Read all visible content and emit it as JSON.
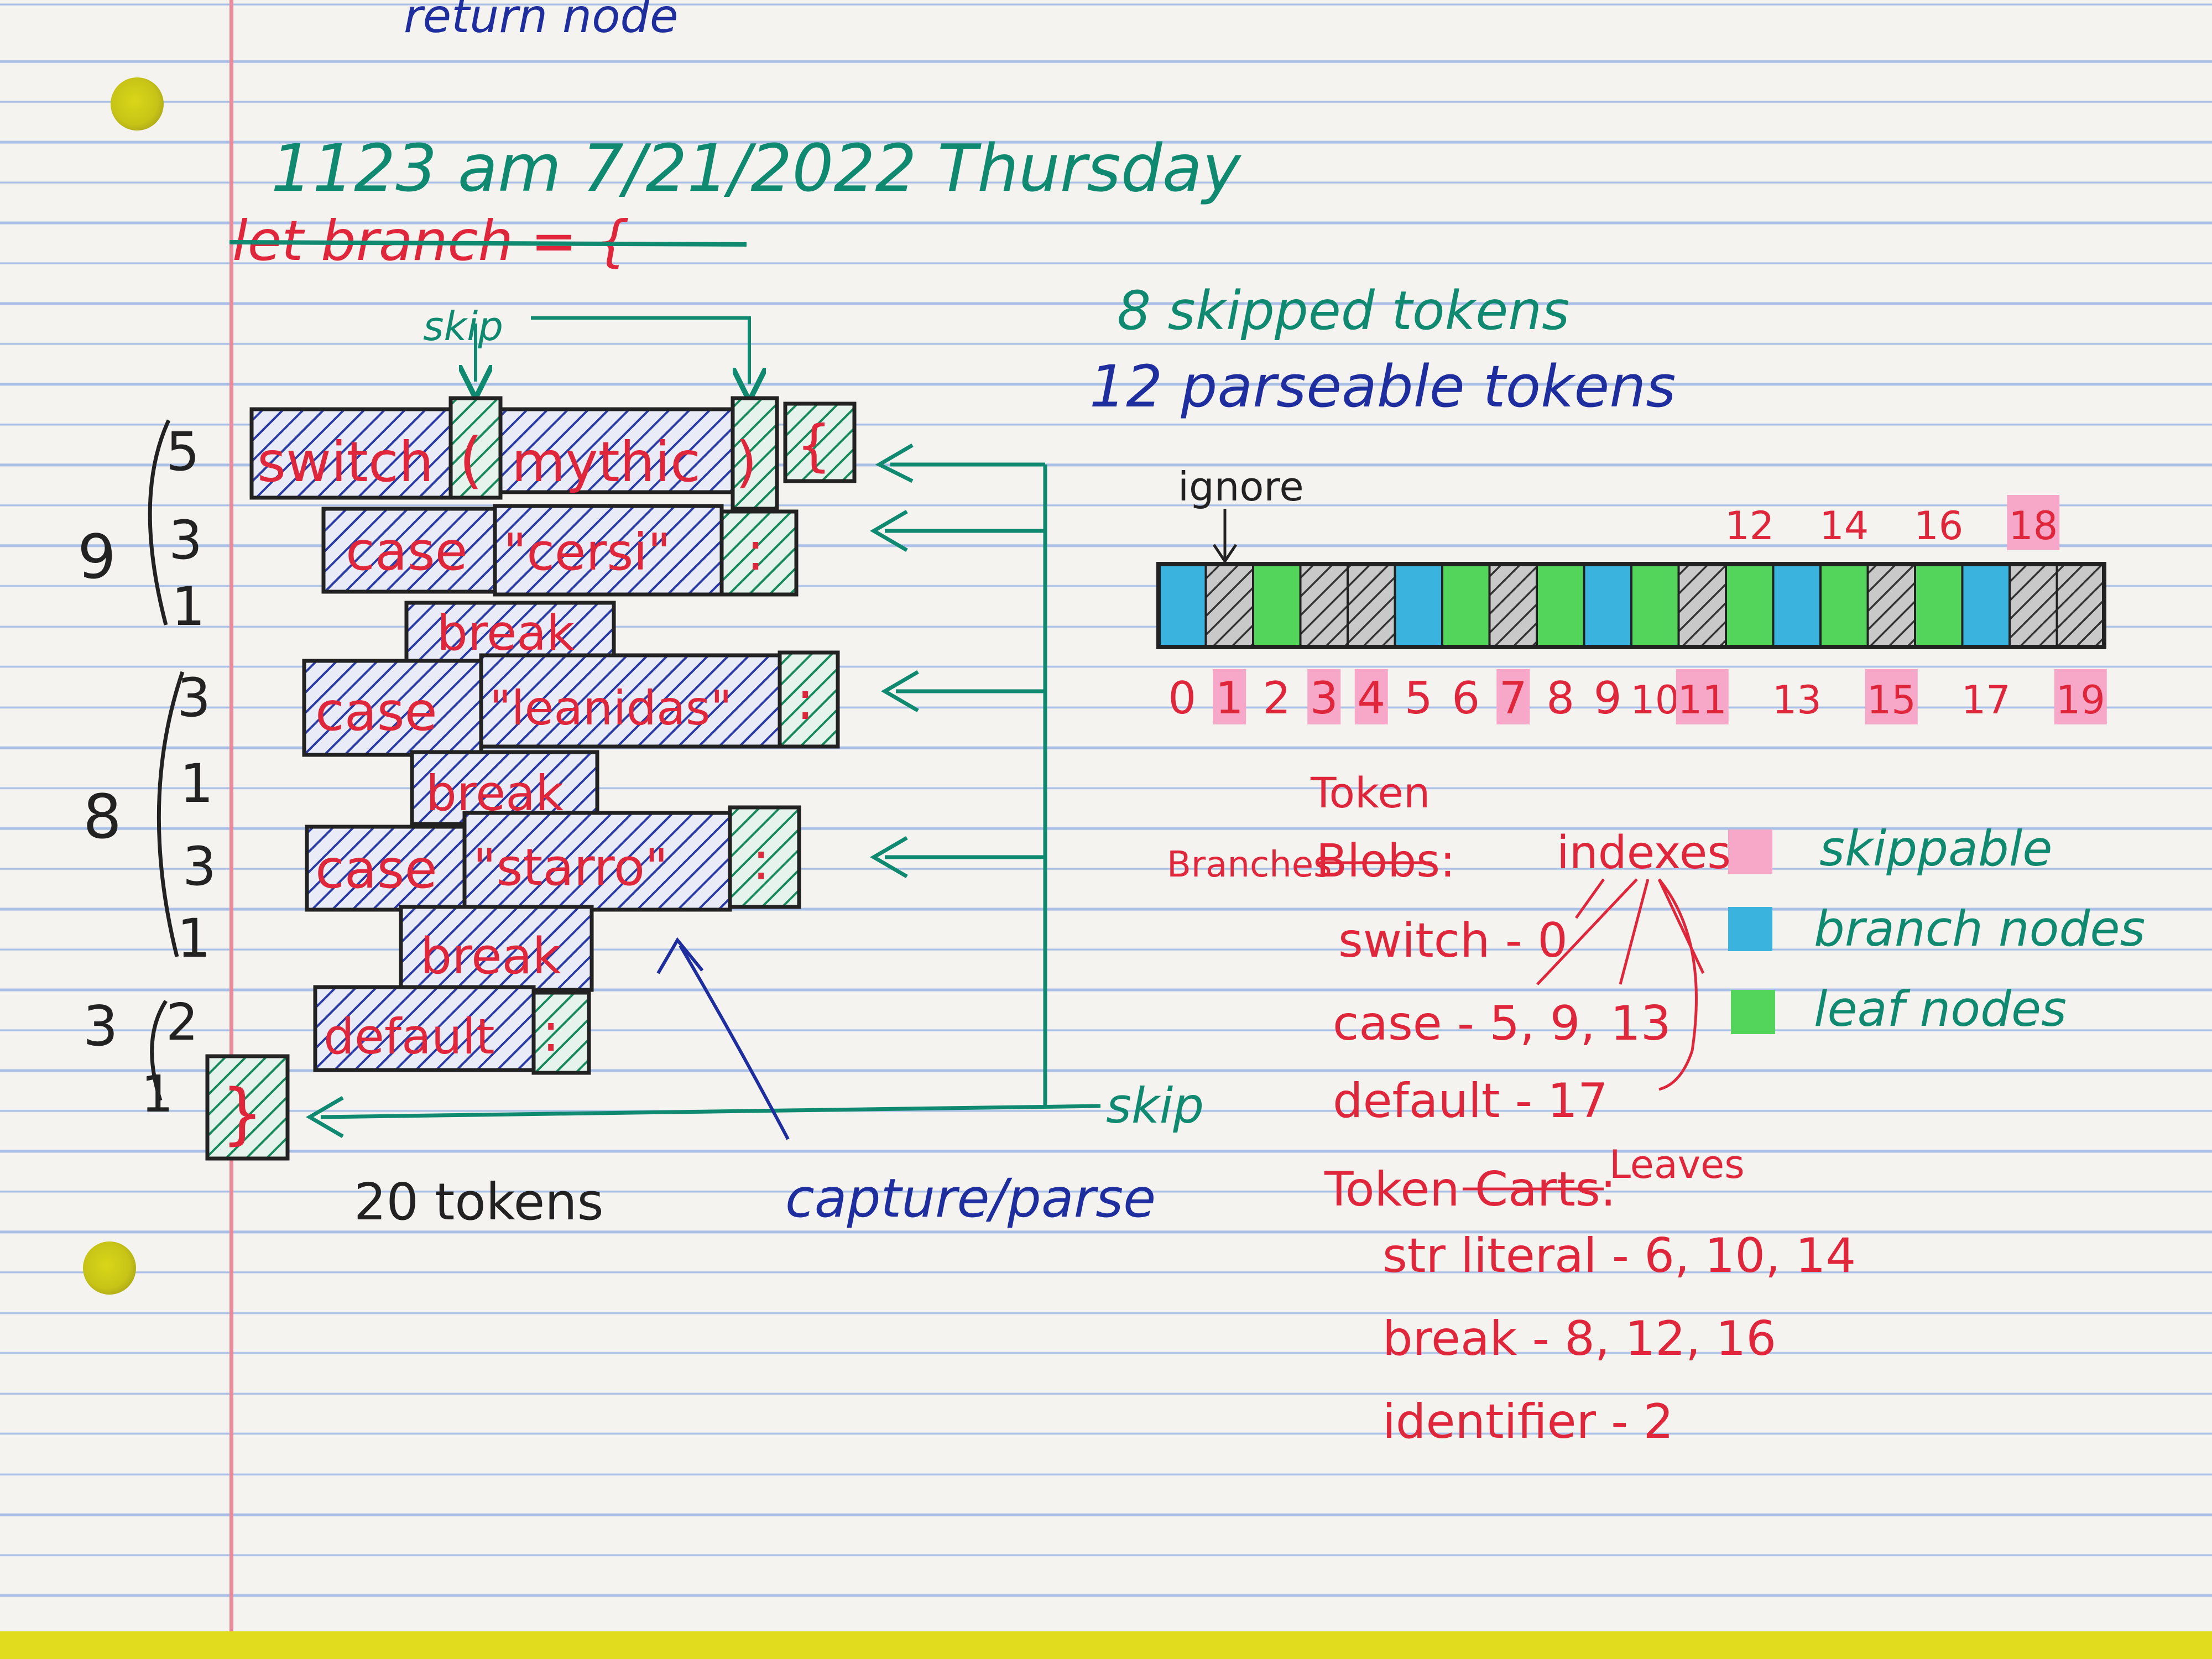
{
  "header": {
    "top_note": "return node",
    "timestamp": "1123 am 7/21/2022 Thursday",
    "struck_line": "let branch = {"
  },
  "counts": {
    "skipped": "8 skipped tokens",
    "parseable": "12 parseable tokens",
    "total": "20 tokens"
  },
  "labels": {
    "skip_top": "skip",
    "skip_right": "skip",
    "capture_parse": "capture/parse",
    "ignore": "ignore"
  },
  "code_blocks": {
    "row1": [
      "switch",
      "(",
      "mythic",
      ")",
      "{"
    ],
    "row2": [
      "case",
      "\"cersi\"",
      ":"
    ],
    "row3": [
      "break"
    ],
    "row4": [
      "case",
      "\"leanidas\"",
      ":"
    ],
    "row5": [
      "break"
    ],
    "row6": [
      "case",
      "\"starro\"",
      ":"
    ],
    "row7": [
      "break"
    ],
    "row8": [
      "default",
      ":"
    ],
    "row9": [
      "}"
    ]
  },
  "line_counts": {
    "group1": {
      "total": "9",
      "items": [
        "5",
        "3",
        "1"
      ]
    },
    "group2": {
      "total": "8",
      "items": [
        "3",
        "1",
        "3",
        "1"
      ]
    },
    "group3": {
      "total": "3",
      "items": [
        "2",
        "1"
      ]
    }
  },
  "token_strip": {
    "cells": [
      "blue",
      "skip",
      "green",
      "skip",
      "skip",
      "blue",
      "green",
      "skip",
      "green",
      "blue",
      "green",
      "skip",
      "green",
      "blue",
      "green",
      "skip",
      "green",
      "blue",
      "skip",
      "skip"
    ],
    "bottom_numbers": [
      "0",
      "1",
      "2",
      "3",
      "4",
      "5",
      "6",
      "7",
      "8",
      "9",
      "10",
      "11",
      "13",
      "15",
      "17",
      "19"
    ],
    "top_numbers": [
      "12",
      "14",
      "16",
      "18"
    ],
    "highlighted": [
      "1",
      "3",
      "4",
      "7",
      "11",
      "15",
      "18",
      "19"
    ]
  },
  "legend": {
    "items": [
      {
        "label": "skippable",
        "color": "#f7a8c8"
      },
      {
        "label": "branch nodes",
        "color": "#3ab3de"
      },
      {
        "label": "leaf nodes",
        "color": "#52d55a"
      }
    ]
  },
  "notes": {
    "branches_label": "Branches",
    "token_label": "Token",
    "blobs_label": "Blobs:",
    "indexes_label": "indexes",
    "switch_line": "switch - 0",
    "case_line": "case - 5, 9, 13",
    "default_line": "default - 17",
    "token_carts_label": "Token Carts:",
    "leaves_label": "Leaves",
    "str_literal_line": "str literal - 6, 10, 14",
    "break_line": "break - 8, 12, 16",
    "identifier_line": "identifier - 2"
  },
  "colors": {
    "ink_green": "#0f8a70",
    "ink_blue": "#1f2e9e",
    "ink_red": "#e0263a",
    "ink_black": "#222222",
    "hatch_blue": "#2a3aa6",
    "hatch_green": "#178a5c"
  }
}
